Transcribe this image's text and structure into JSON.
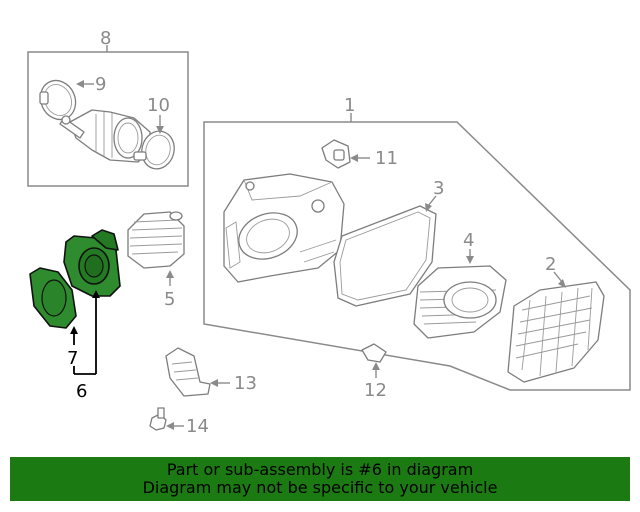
{
  "callouts": {
    "c1": "1",
    "c2": "2",
    "c3": "3",
    "c4": "4",
    "c5": "5",
    "c6": "6",
    "c7": "7",
    "c8": "8",
    "c9": "9",
    "c10": "10",
    "c11": "11",
    "c12": "12",
    "c13": "13",
    "c14": "14"
  },
  "highlight_color": "#2e8b2e",
  "banner": {
    "line1": "Part or sub-assembly is #6 in diagram",
    "line2": "Diagram may not be specific to your vehicle",
    "background": "#1c7a12"
  }
}
